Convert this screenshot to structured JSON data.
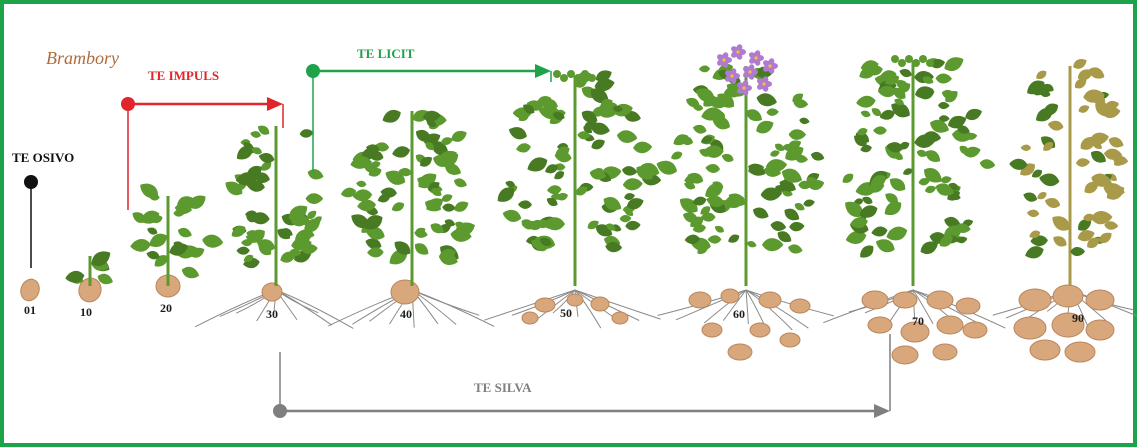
{
  "title": "Brambory",
  "stages": [
    {
      "code": "01"
    },
    {
      "code": "10"
    },
    {
      "code": "20"
    },
    {
      "code": "30"
    },
    {
      "code": "40"
    },
    {
      "code": "50"
    },
    {
      "code": "60"
    },
    {
      "code": "70"
    },
    {
      "code": "90"
    }
  ],
  "products": [
    {
      "key": "osivo",
      "label": "TE OSIVO",
      "color": "#111111",
      "from_stage": "01"
    },
    {
      "key": "impuls",
      "label": "TE IMPULS",
      "color": "#e0262c",
      "from_stage": "20",
      "to_stage": "30"
    },
    {
      "key": "licit",
      "label": "TE LICIT",
      "color": "#1fa34a",
      "from_stage": "30",
      "to_stage": "50"
    },
    {
      "key": "silva",
      "label": "TE SILVA",
      "color": "#7f7f7f",
      "from_stage": "30",
      "to_stage": "70"
    }
  ],
  "colors": {
    "frame": "#1fa34a",
    "leaf": "#5c9a2f",
    "leaf_dark": "#477a22",
    "leaf_dry": "#a89a48",
    "tuber": "#d9a77c",
    "flower": "#b07ad0"
  }
}
